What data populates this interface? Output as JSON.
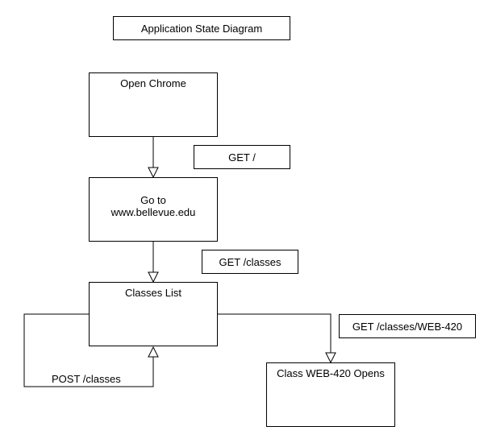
{
  "diagram": {
    "title": "Application State Diagram",
    "states": {
      "open_chrome": "Open Chrome",
      "go_to_site": "Go to\nwww.bellevue.edu",
      "classes_list": "Classes List",
      "class_opens": "Class WEB-420 Opens"
    },
    "transitions": {
      "get_root": "GET /",
      "get_classes": "GET /classes",
      "get_class": "GET /classes/WEB-420",
      "post_classes": "POST /classes"
    }
  }
}
